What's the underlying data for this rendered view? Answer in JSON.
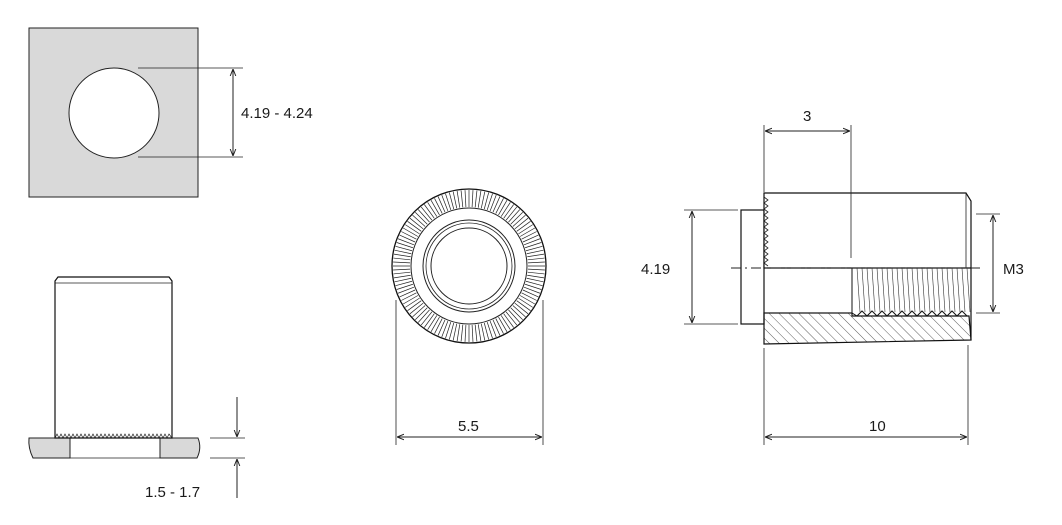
{
  "colors": {
    "panel_fill": "#d9d9d9",
    "hatch_fill": "#ffffff",
    "line": "#222222",
    "background": "#ffffff"
  },
  "dimensions": {
    "hole_diameter": "4.19 - 4.24",
    "sheet_thickness": "1.5 - 1.7",
    "outer_diameter": "5.5",
    "body_diameter": "4.19",
    "thread_length": "3",
    "thread_size": "M3",
    "overall_length": "10"
  }
}
